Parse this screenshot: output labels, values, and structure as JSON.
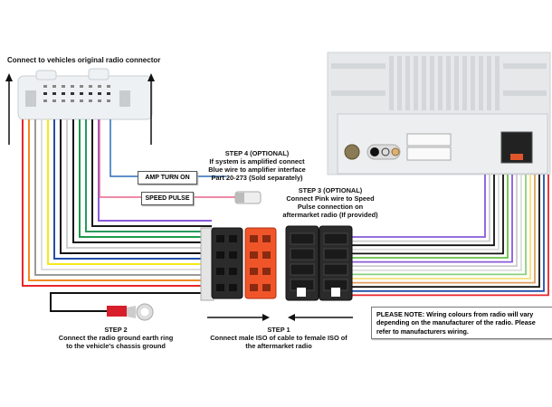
{
  "title": "Connect to vehicles original radio connector",
  "labels": {
    "amp_turn_on": "AMP TURN ON",
    "speed_pulse": "SPEED PULSE"
  },
  "steps": {
    "step4": {
      "heading": "STEP 4 (OPTIONAL)",
      "lines": [
        "If system is amplified connect",
        "Blue wire to amplifier interface",
        "Part 20-273 (Sold separately)"
      ]
    },
    "step3": {
      "heading": "STEP 3 (OPTIONAL)",
      "lines": [
        "Connect Pink wire to Speed",
        "Pulse connection on",
        "aftermarket radio (If provided)"
      ]
    },
    "step2": {
      "heading": "STEP 2",
      "lines": [
        "Connect the radio ground earth ring",
        "to the vehicle's chassis ground"
      ]
    },
    "step1": {
      "heading": "STEP 1",
      "lines": [
        "Connect male ISO of cable to female ISO of",
        "the aftermarket radio"
      ]
    }
  },
  "note": "PLEASE NOTE: Wiring colours from radio will vary depending on the manufacturer of the radio. Please refer to manufacturers wiring.",
  "wire_colors": {
    "left": [
      "#e8262b",
      "#f08a24",
      "#9a9a9a",
      "#dddddd",
      "#f5ea1a",
      "#1f4fa8",
      "#111111",
      "#cfcfcf",
      "#111111",
      "#1e9a4a",
      "#2a9a5a",
      "#1a1a1a",
      "#8a5ad8"
    ],
    "right": [
      "#8a5ad8",
      "#cccccc",
      "#111111",
      "#dddddd",
      "#111111",
      "#6ac04a",
      "#8a5ad8",
      "#cccccc",
      "#dddddd",
      "#8ad07a",
      "#f5e07a",
      "#e0a060",
      "#111111",
      "#1f4fa8",
      "#e8262b"
    ],
    "amp": "#2a6fb8",
    "speed": "#e5648a",
    "ground": "#111111"
  },
  "connector_colors": {
    "iso_black": "#2b2b2b",
    "iso_orange": "#f0552a",
    "ring_terminal": "#d81e2a"
  }
}
